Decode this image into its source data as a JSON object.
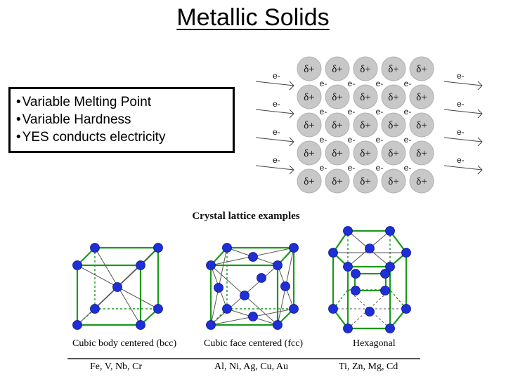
{
  "slide": {
    "title": "Metallic Solids",
    "bullets": [
      "Variable Melting Point",
      "Variable Hardness",
      "YES conducts electricity"
    ],
    "bullet_symbol": "•"
  },
  "electron_sea": {
    "cation_label": "δ+",
    "electron_label": "e-"
  },
  "lattice_figure": {
    "heading": "Crystal lattice examples",
    "lattices": [
      {
        "name": "Cubic body centered (bcc)",
        "metals": "Fe, V, Nb, Cr"
      },
      {
        "name": "Cubic face centered (fcc)",
        "metals": "Al, Ni, Ag, Cu, Au"
      },
      {
        "name": "Hexagonal",
        "metals": "Ti, Zn, Mg, Cd"
      }
    ]
  },
  "colors": {
    "atom_blue": "#1f2fd6",
    "edge_green": "#1a9a1a",
    "cation_gray": "#c8c8c8"
  }
}
